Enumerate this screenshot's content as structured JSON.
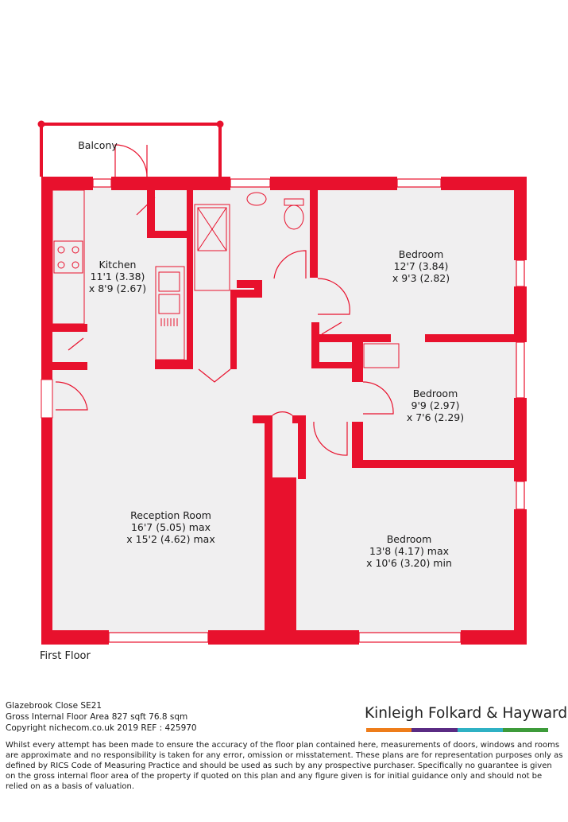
{
  "colors": {
    "wall": "#e8112d",
    "floor": "#f0eff0",
    "fixture": "#e8112d",
    "brand_bars": [
      "#ee7d1a",
      "#5a2b83",
      "#2fb1c4",
      "#3d9b3a"
    ]
  },
  "rooms": [
    {
      "id": "balcony",
      "name": "Balcony",
      "dims": []
    },
    {
      "id": "kitchen",
      "name": "Kitchen",
      "dims": [
        "11'1 (3.38)",
        "x 8'9 (2.67)"
      ]
    },
    {
      "id": "bedroom1",
      "name": "Bedroom",
      "dims": [
        "12'7 (3.84)",
        "x 9'3 (2.82)"
      ]
    },
    {
      "id": "bedroom2",
      "name": "Bedroom",
      "dims": [
        "9'9 (2.97)",
        "x 7'6 (2.29)"
      ]
    },
    {
      "id": "reception",
      "name": "Reception Room",
      "dims": [
        "16'7 (5.05) max",
        "x 15'2 (4.62) max"
      ]
    },
    {
      "id": "bedroom3",
      "name": "Bedroom",
      "dims": [
        "13'8 (4.17) max",
        "x 10'6 (3.20) min"
      ]
    }
  ],
  "floor_label": "First Floor",
  "footer": {
    "address": "Glazebrook Close  SE21",
    "area": "Gross Internal Floor Area 827 sqft 76.8 sqm",
    "copyright": "Copyright nichecom.co.uk 2019 REF : 425970",
    "brand": "Kinleigh Folkard & Hayward",
    "disclaimer": "Whilst every attempt has been made to ensure the accuracy of the floor plan contained here, measurements of doors, windows and rooms are approximate and no responsibility is taken for any error, omission or misstatement.  These plans are for representation purposes only as defined by RICS Code of Measuring Practice and should be used as such by any prospective purchaser.  Specifically no guarantee is given on the gross internal floor area of the property if quoted on this plan and any figure given is for initial guidance only and should not be relied on as a basis of valuation."
  }
}
